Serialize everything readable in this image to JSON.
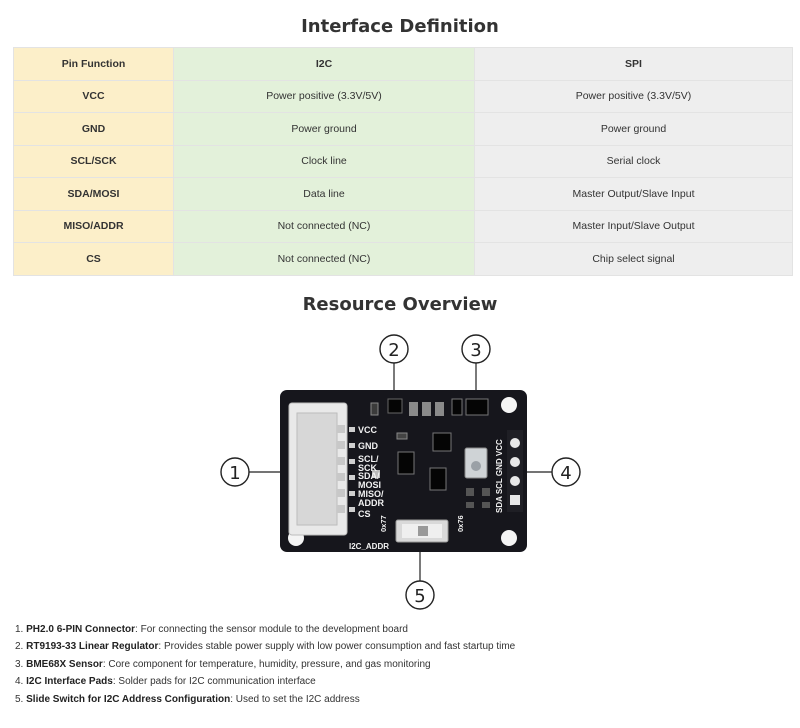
{
  "heading_interface": "Interface Definition",
  "heading_resources": "Resource Overview",
  "table": {
    "headers": [
      "Pin Function",
      "I2C",
      "SPI"
    ],
    "rows": [
      [
        "VCC",
        "Power positive (3.3V/5V)",
        "Power positive (3.3V/5V)"
      ],
      [
        "GND",
        "Power ground",
        "Power ground"
      ],
      [
        "SCL/SCK",
        "Clock line",
        "Serial clock"
      ],
      [
        "SDA/MOSI",
        "Data line",
        "Master Output/Slave Input"
      ],
      [
        "MISO/ADDR",
        "Not connected (NC)",
        "Master Input/Slave Output"
      ],
      [
        "CS",
        "Not connected (NC)",
        "Chip select signal"
      ]
    ]
  },
  "board": {
    "callouts": [
      "1",
      "2",
      "3",
      "4",
      "5"
    ],
    "left_pins": [
      "VCC",
      "GND",
      "SCL/",
      "SCK",
      "SDA/",
      "MOSI",
      "MISO/",
      "ADDR",
      "CS"
    ],
    "right_pins": "SDA SCL GND VCC",
    "addr_a": "0x77",
    "addr_b": "0x76",
    "switch_label": "I2C_ADDR"
  },
  "notes": [
    {
      "num": "1.",
      "title": "PH2.0 6-PIN Connector",
      "text": ": For connecting the sensor module to the development board"
    },
    {
      "num": "2.",
      "title": "RT9193-33 Linear Regulator",
      "text": ": Provides stable power supply with low power consumption and fast startup time"
    },
    {
      "num": "3.",
      "title": "BME68X Sensor",
      "text": ": Core component for temperature, humidity, pressure, and gas monitoring"
    },
    {
      "num": "4.",
      "title": "I2C Interface Pads",
      "text": ": Solder pads for I2C communication interface"
    },
    {
      "num": "5.",
      "title": "Slide Switch for I2C Address Configuration",
      "text": ": Used to set the I2C address"
    }
  ]
}
